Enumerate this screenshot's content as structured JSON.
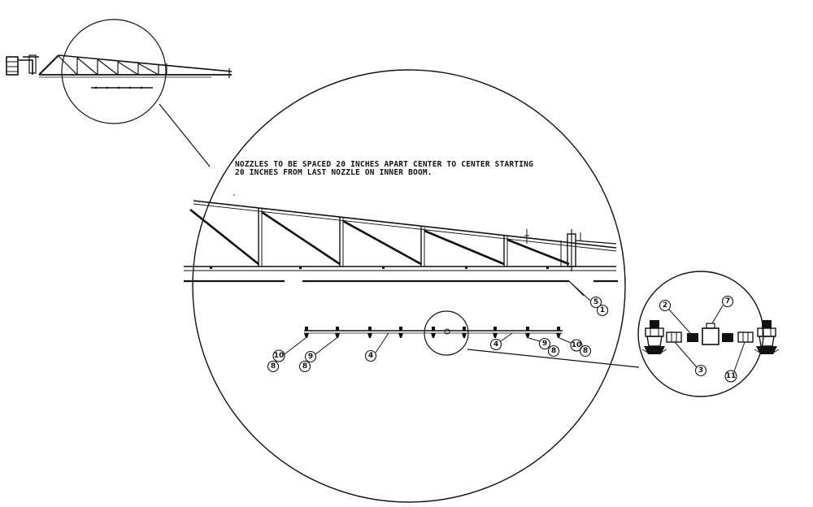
{
  "note": {
    "line1": "NOZZLES TO BE SPACED 20 INCHES APART CENTER TO CENTER STARTING",
    "line2": "20 INCHES FROM LAST NOZZLE ON INNER BOOM."
  },
  "callouts": {
    "c1": "1",
    "c2": "2",
    "c3": "3",
    "c4a": "4",
    "c4b": "4",
    "c5": "5",
    "c7": "7",
    "c8a": "8",
    "c8b": "8",
    "c8c": "8",
    "c8d": "8",
    "c9a": "9",
    "c9b": "9",
    "c10a": "10",
    "c10b": "10",
    "c11": "11"
  }
}
